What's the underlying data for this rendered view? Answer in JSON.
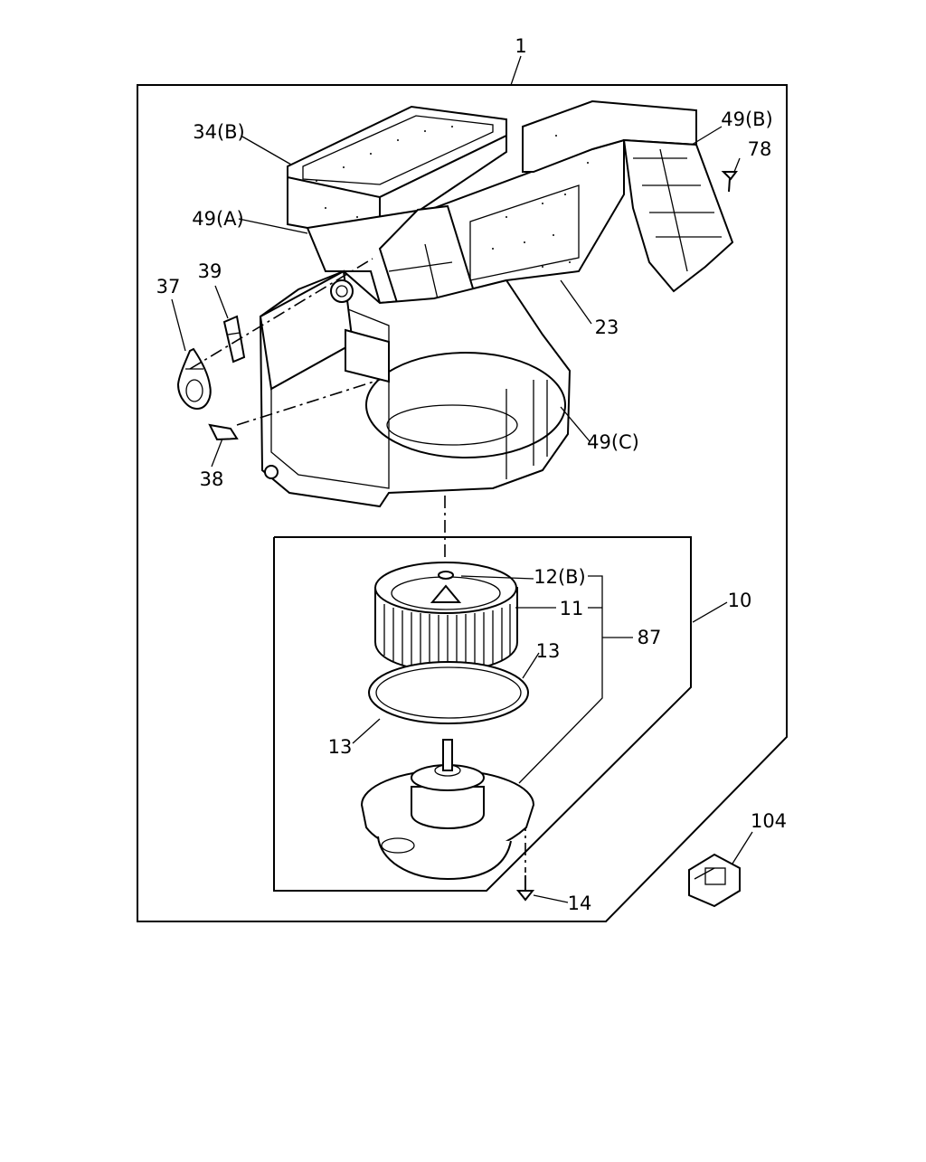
{
  "diagram": {
    "callouts": {
      "c1": "1",
      "c34b": "34(B)",
      "c49b": "49(B)",
      "c78": "78",
      "c49a": "49(A)",
      "c39": "39",
      "c37": "37",
      "c23": "23",
      "c49c": "49(C)",
      "c38": "38",
      "c12b": "12(B)",
      "c11": "11",
      "c10": "10",
      "c87": "87",
      "c13a": "13",
      "c13b": "13",
      "c14": "14",
      "c104": "104"
    }
  }
}
